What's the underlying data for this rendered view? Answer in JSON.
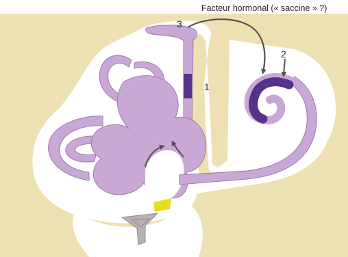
{
  "figure": {
    "annotation_title": "Facteur hormonal (« saccine » ?)",
    "labels": {
      "one": "1",
      "two": "2",
      "three": "3"
    }
  },
  "colors": {
    "bone": "#ede0b2",
    "white_space": "#ffffff",
    "membranous_labyrinth": "#c9a8d6",
    "membranous_outline": "#9b7aa9",
    "dark_segment": "#55338a",
    "arrow": "#5a5050",
    "yellow_part": "#e7dc1e",
    "grey_part": "#b9b2b0"
  }
}
